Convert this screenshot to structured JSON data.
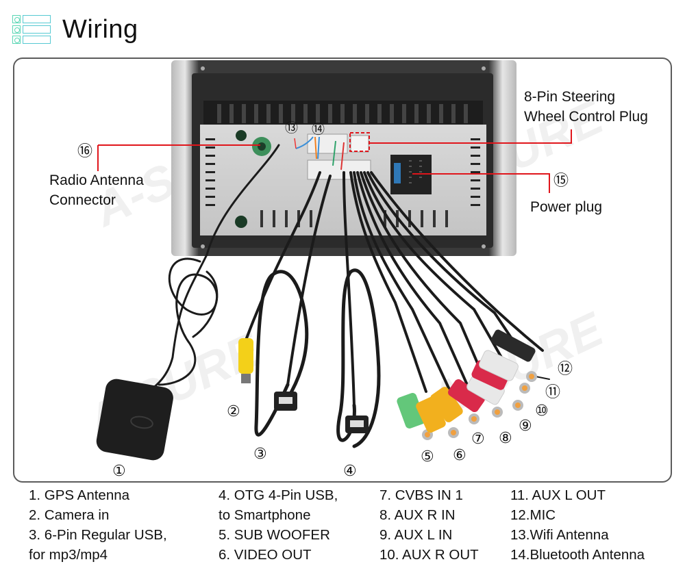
{
  "header": {
    "icon": "list-icon",
    "title": "Wiring"
  },
  "callouts": {
    "steering": {
      "line1": "8-Pin Steering",
      "line2": "Wheel Control Plug"
    },
    "power": {
      "number": "⑮",
      "label": "Power plug"
    },
    "radio": {
      "number": "⑯",
      "line1": "Radio Antenna",
      "line2": "Connector"
    },
    "wifi_number": "⑬",
    "bt_number": "⑭"
  },
  "component_numbers": {
    "n1": "①",
    "n2": "②",
    "n3": "③",
    "n4": "④",
    "n5": "⑤",
    "n6": "⑥",
    "n7": "⑦",
    "n8": "⑧",
    "n9": "⑨",
    "n10": "⑩",
    "n11": "⑪",
    "n12": "⑫"
  },
  "watermark": "A-SURE",
  "colors": {
    "accent_red": "#e0151b",
    "icon_green": "#5ad6b4",
    "icon_teal": "#55c9d2",
    "frame": "#5b5b5b",
    "rca_yellow": "#f2b01e",
    "rca_red": "#d92a4a",
    "rca_white": "#e8e8e8",
    "rca_green": "#63c77a"
  },
  "legend": {
    "col1": [
      "1. GPS Antenna",
      "2. Camera in",
      "3. 6-Pin Regular USB,",
      "for mp3/mp4"
    ],
    "col2": [
      "4. OTG 4-Pin USB,",
      "to Smartphone",
      "5. SUB WOOFER",
      "6. VIDEO OUT"
    ],
    "col3": [
      "7. CVBS IN 1",
      "8. AUX R IN",
      "9. AUX L IN",
      "10. AUX R OUT"
    ],
    "col4": [
      "11. AUX L OUT",
      "12.MIC",
      "13.Wifi Antenna",
      "14.Bluetooth Antenna"
    ]
  }
}
